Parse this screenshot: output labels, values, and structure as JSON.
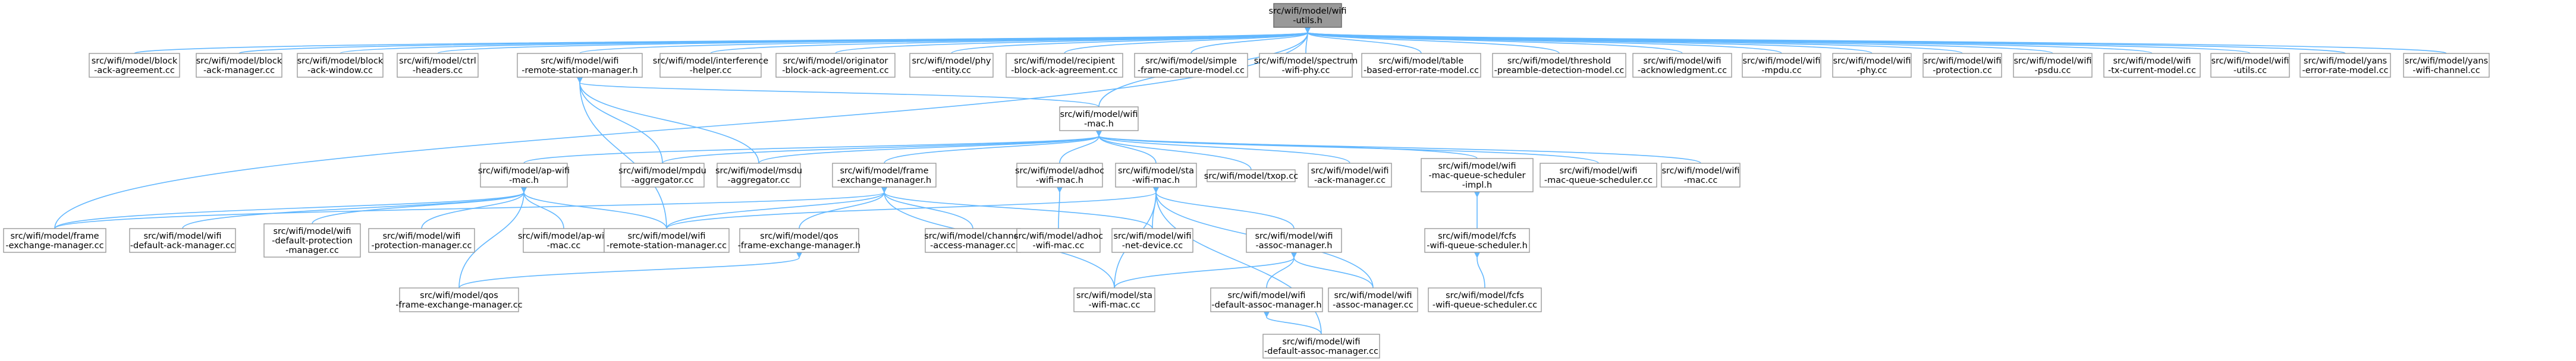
{
  "diagram": {
    "nodes": [
      {
        "id": "root",
        "lines": [
          "src/wifi/model/wifi",
          "-utils.h"
        ],
        "root": true
      },
      {
        "id": "block-ack-agreement-cc",
        "lines": [
          "src/wifi/model/block",
          "-ack-agreement.cc"
        ]
      },
      {
        "id": "block-ack-manager-cc",
        "lines": [
          "src/wifi/model/block",
          "-ack-manager.cc"
        ]
      },
      {
        "id": "block-ack-window-cc",
        "lines": [
          "src/wifi/model/block",
          "-ack-window.cc"
        ]
      },
      {
        "id": "ctrl-headers-cc",
        "lines": [
          "src/wifi/model/ctrl",
          "-headers.cc"
        ]
      },
      {
        "id": "wifi-remote-station-manager-h",
        "lines": [
          "src/wifi/model/wifi",
          "-remote-station-manager.h"
        ]
      },
      {
        "id": "interference-helper-cc",
        "lines": [
          "src/wifi/model/interference",
          "-helper.cc"
        ]
      },
      {
        "id": "originator-block-ack-agreement-cc",
        "lines": [
          "src/wifi/model/originator",
          "-block-ack-agreement.cc"
        ]
      },
      {
        "id": "phy-entity-cc",
        "lines": [
          "src/wifi/model/phy",
          "-entity.cc"
        ]
      },
      {
        "id": "recipient-block-ack-agreement-cc",
        "lines": [
          "src/wifi/model/recipient",
          "-block-ack-agreement.cc"
        ]
      },
      {
        "id": "simple-frame-capture-model-cc",
        "lines": [
          "src/wifi/model/simple",
          "-frame-capture-model.cc"
        ]
      },
      {
        "id": "spectrum-wifi-phy-cc",
        "lines": [
          "src/wifi/model/spectrum",
          "-wifi-phy.cc"
        ]
      },
      {
        "id": "table-based-error-rate-model-cc",
        "lines": [
          "src/wifi/model/table",
          "-based-error-rate-model.cc"
        ]
      },
      {
        "id": "threshold-preamble-detection-model-cc",
        "lines": [
          "src/wifi/model/threshold",
          "-preamble-detection-model.cc"
        ]
      },
      {
        "id": "wifi-acknowledgment-cc",
        "lines": [
          "src/wifi/model/wifi",
          "-acknowledgment.cc"
        ]
      },
      {
        "id": "wifi-mpdu-cc",
        "lines": [
          "src/wifi/model/wifi",
          "-mpdu.cc"
        ]
      },
      {
        "id": "wifi-phy-cc",
        "lines": [
          "src/wifi/model/wifi",
          "-phy.cc"
        ]
      },
      {
        "id": "wifi-protection-cc",
        "lines": [
          "src/wifi/model/wifi",
          "-protection.cc"
        ]
      },
      {
        "id": "wifi-psdu-cc",
        "lines": [
          "src/wifi/model/wifi",
          "-psdu.cc"
        ]
      },
      {
        "id": "wifi-tx-current-model-cc",
        "lines": [
          "src/wifi/model/wifi",
          "-tx-current-model.cc"
        ]
      },
      {
        "id": "wifi-utils-cc",
        "lines": [
          "src/wifi/model/wifi",
          "-utils.cc"
        ]
      },
      {
        "id": "yans-error-rate-model-cc",
        "lines": [
          "src/wifi/model/yans",
          "-error-rate-model.cc"
        ]
      },
      {
        "id": "yans-wifi-channel-cc",
        "lines": [
          "src/wifi/model/yans",
          "-wifi-channel.cc"
        ]
      },
      {
        "id": "wifi-mac-h",
        "lines": [
          "src/wifi/model/wifi",
          "-mac.h"
        ]
      },
      {
        "id": "ap-wifi-mac-h",
        "lines": [
          "src/wifi/model/ap-wifi",
          "-mac.h"
        ]
      },
      {
        "id": "mpdu-aggregator-cc",
        "lines": [
          "src/wifi/model/mpdu",
          "-aggregator.cc"
        ]
      },
      {
        "id": "msdu-aggregator-cc",
        "lines": [
          "src/wifi/model/msdu",
          "-aggregator.cc"
        ]
      },
      {
        "id": "frame-exchange-manager-h",
        "lines": [
          "src/wifi/model/frame",
          "-exchange-manager.h"
        ]
      },
      {
        "id": "adhoc-wifi-mac-h",
        "lines": [
          "src/wifi/model/adhoc",
          "-wifi-mac.h"
        ]
      },
      {
        "id": "sta-wifi-mac-h",
        "lines": [
          "src/wifi/model/sta",
          "-wifi-mac.h"
        ]
      },
      {
        "id": "txop-cc",
        "lines": [
          "src/wifi/model/txop.cc"
        ]
      },
      {
        "id": "wifi-ack-manager-cc",
        "lines": [
          "src/wifi/model/wifi",
          "-ack-manager.cc"
        ]
      },
      {
        "id": "wifi-mac-queue-scheduler-impl-h",
        "lines": [
          "src/wifi/model/wifi",
          "-mac-queue-scheduler",
          "-impl.h"
        ]
      },
      {
        "id": "wifi-mac-queue-scheduler-cc",
        "lines": [
          "src/wifi/model/wifi",
          "-mac-queue-scheduler.cc"
        ]
      },
      {
        "id": "wifi-mac-cc",
        "lines": [
          "src/wifi/model/wifi",
          "-mac.cc"
        ]
      },
      {
        "id": "frame-exchange-manager-cc",
        "lines": [
          "src/wifi/model/frame",
          "-exchange-manager.cc"
        ]
      },
      {
        "id": "wifi-default-ack-manager-cc",
        "lines": [
          "src/wifi/model/wifi",
          "-default-ack-manager.cc"
        ]
      },
      {
        "id": "wifi-default-protection-manager-cc",
        "lines": [
          "src/wifi/model/wifi",
          "-default-protection",
          "-manager.cc"
        ]
      },
      {
        "id": "wifi-protection-manager-cc",
        "lines": [
          "src/wifi/model/wifi",
          "-protection-manager.cc"
        ]
      },
      {
        "id": "ap-wifi-mac-cc",
        "lines": [
          "src/wifi/model/ap-wifi",
          "-mac.cc"
        ]
      },
      {
        "id": "wifi-remote-station-manager-cc",
        "lines": [
          "src/wifi/model/wifi",
          "-remote-station-manager.cc"
        ]
      },
      {
        "id": "qos-frame-exchange-manager-h",
        "lines": [
          "src/wifi/model/qos",
          "-frame-exchange-manager.h"
        ]
      },
      {
        "id": "channel-access-manager-cc",
        "lines": [
          "src/wifi/model/channel",
          "-access-manager.cc"
        ]
      },
      {
        "id": "adhoc-wifi-mac-cc",
        "lines": [
          "src/wifi/model/adhoc",
          "-wifi-mac.cc"
        ]
      },
      {
        "id": "wifi-net-device-cc",
        "lines": [
          "src/wifi/model/wifi",
          "-net-device.cc"
        ]
      },
      {
        "id": "wifi-assoc-manager-h",
        "lines": [
          "src/wifi/model/wifi",
          "-assoc-manager.h"
        ]
      },
      {
        "id": "fcfs-wifi-queue-scheduler-h",
        "lines": [
          "src/wifi/model/fcfs",
          "-wifi-queue-scheduler.h"
        ]
      },
      {
        "id": "qos-frame-exchange-manager-cc",
        "lines": [
          "src/wifi/model/qos",
          "-frame-exchange-manager.cc"
        ]
      },
      {
        "id": "sta-wifi-mac-cc",
        "lines": [
          "src/wifi/model/sta",
          "-wifi-mac.cc"
        ]
      },
      {
        "id": "wifi-default-assoc-manager-h",
        "lines": [
          "src/wifi/model/wifi",
          "-default-assoc-manager.h"
        ]
      },
      {
        "id": "wifi-assoc-manager-cc",
        "lines": [
          "src/wifi/model/wifi",
          "-assoc-manager.cc"
        ]
      },
      {
        "id": "fcfs-wifi-queue-scheduler-cc",
        "lines": [
          "src/wifi/model/fcfs",
          "-wifi-queue-scheduler.cc"
        ]
      },
      {
        "id": "wifi-default-assoc-manager-cc",
        "lines": [
          "src/wifi/model/wifi",
          "-default-assoc-manager.cc"
        ]
      }
    ],
    "edges": [
      [
        "root",
        "block-ack-agreement-cc"
      ],
      [
        "root",
        "block-ack-manager-cc"
      ],
      [
        "root",
        "block-ack-window-cc"
      ],
      [
        "root",
        "ctrl-headers-cc"
      ],
      [
        "root",
        "wifi-remote-station-manager-h"
      ],
      [
        "root",
        "interference-helper-cc"
      ],
      [
        "root",
        "originator-block-ack-agreement-cc"
      ],
      [
        "root",
        "phy-entity-cc"
      ],
      [
        "root",
        "recipient-block-ack-agreement-cc"
      ],
      [
        "root",
        "simple-frame-capture-model-cc"
      ],
      [
        "root",
        "spectrum-wifi-phy-cc"
      ],
      [
        "root",
        "table-based-error-rate-model-cc"
      ],
      [
        "root",
        "threshold-preamble-detection-model-cc"
      ],
      [
        "root",
        "wifi-acknowledgment-cc"
      ],
      [
        "root",
        "wifi-mpdu-cc"
      ],
      [
        "root",
        "wifi-phy-cc"
      ],
      [
        "root",
        "wifi-protection-cc"
      ],
      [
        "root",
        "wifi-psdu-cc"
      ],
      [
        "root",
        "wifi-tx-current-model-cc"
      ],
      [
        "root",
        "wifi-utils-cc"
      ],
      [
        "root",
        "yans-error-rate-model-cc"
      ],
      [
        "root",
        "yans-wifi-channel-cc"
      ],
      [
        "root",
        "wifi-mac-h"
      ],
      [
        "root",
        "frame-exchange-manager-cc"
      ],
      [
        "wifi-remote-station-manager-h",
        "wifi-mac-h"
      ],
      [
        "wifi-remote-station-manager-h",
        "mpdu-aggregator-cc"
      ],
      [
        "wifi-remote-station-manager-h",
        "msdu-aggregator-cc"
      ],
      [
        "wifi-remote-station-manager-h",
        "wifi-remote-station-manager-cc"
      ],
      [
        "wifi-mac-h",
        "ap-wifi-mac-h"
      ],
      [
        "wifi-mac-h",
        "mpdu-aggregator-cc"
      ],
      [
        "wifi-mac-h",
        "msdu-aggregator-cc"
      ],
      [
        "wifi-mac-h",
        "frame-exchange-manager-h"
      ],
      [
        "wifi-mac-h",
        "adhoc-wifi-mac-h"
      ],
      [
        "wifi-mac-h",
        "sta-wifi-mac-h"
      ],
      [
        "wifi-mac-h",
        "txop-cc"
      ],
      [
        "wifi-mac-h",
        "wifi-ack-manager-cc"
      ],
      [
        "wifi-mac-h",
        "wifi-mac-queue-scheduler-impl-h"
      ],
      [
        "wifi-mac-h",
        "wifi-mac-queue-scheduler-cc"
      ],
      [
        "wifi-mac-h",
        "wifi-mac-cc"
      ],
      [
        "ap-wifi-mac-h",
        "frame-exchange-manager-cc"
      ],
      [
        "ap-wifi-mac-h",
        "wifi-default-ack-manager-cc"
      ],
      [
        "ap-wifi-mac-h",
        "wifi-default-protection-manager-cc"
      ],
      [
        "ap-wifi-mac-h",
        "wifi-protection-manager-cc"
      ],
      [
        "ap-wifi-mac-h",
        "ap-wifi-mac-cc"
      ],
      [
        "ap-wifi-mac-h",
        "wifi-remote-station-manager-cc"
      ],
      [
        "ap-wifi-mac-h",
        "qos-frame-exchange-manager-cc"
      ],
      [
        "frame-exchange-manager-h",
        "frame-exchange-manager-cc"
      ],
      [
        "frame-exchange-manager-h",
        "wifi-remote-station-manager-cc"
      ],
      [
        "frame-exchange-manager-h",
        "qos-frame-exchange-manager-h"
      ],
      [
        "frame-exchange-manager-h",
        "channel-access-manager-cc"
      ],
      [
        "frame-exchange-manager-h",
        "wifi-net-device-cc"
      ],
      [
        "frame-exchange-manager-h",
        "sta-wifi-mac-cc"
      ],
      [
        "adhoc-wifi-mac-h",
        "adhoc-wifi-mac-cc"
      ],
      [
        "sta-wifi-mac-h",
        "wifi-remote-station-manager-cc"
      ],
      [
        "sta-wifi-mac-h",
        "wifi-net-device-cc"
      ],
      [
        "sta-wifi-mac-h",
        "wifi-assoc-manager-h"
      ],
      [
        "sta-wifi-mac-h",
        "sta-wifi-mac-cc"
      ],
      [
        "sta-wifi-mac-h",
        "wifi-assoc-manager-cc"
      ],
      [
        "sta-wifi-mac-h",
        "wifi-default-assoc-manager-cc"
      ],
      [
        "qos-frame-exchange-manager-h",
        "qos-frame-exchange-manager-cc"
      ],
      [
        "wifi-assoc-manager-h",
        "sta-wifi-mac-cc"
      ],
      [
        "wifi-assoc-manager-h",
        "wifi-default-assoc-manager-h"
      ],
      [
        "wifi-assoc-manager-h",
        "wifi-assoc-manager-cc"
      ],
      [
        "wifi-mac-queue-scheduler-impl-h",
        "fcfs-wifi-queue-scheduler-h"
      ],
      [
        "fcfs-wifi-queue-scheduler-h",
        "fcfs-wifi-queue-scheduler-cc"
      ],
      [
        "wifi-default-assoc-manager-h",
        "wifi-default-assoc-manager-cc"
      ]
    ],
    "colors": {
      "edge": "#63b8ff",
      "node_border": "#999999",
      "root_fill": "#999999"
    }
  }
}
